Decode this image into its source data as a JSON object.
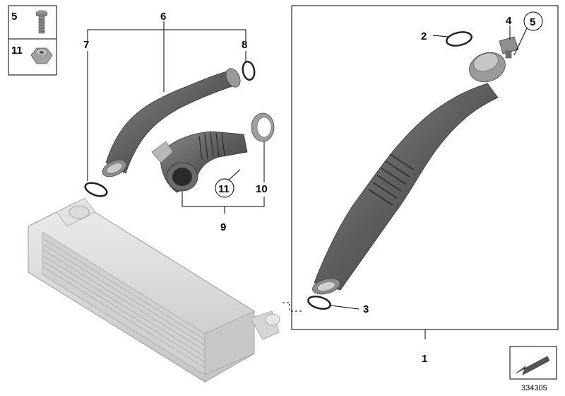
{
  "diagram": {
    "reference_number": "334305",
    "legend": [
      {
        "number": "5",
        "part": "screw-icon"
      },
      {
        "number": "11",
        "part": "hex-nut-icon"
      }
    ],
    "callouts": [
      {
        "id": "c1",
        "label": "1"
      },
      {
        "id": "c2",
        "label": "2"
      },
      {
        "id": "c3",
        "label": "3"
      },
      {
        "id": "c4",
        "label": "4"
      },
      {
        "id": "c5",
        "label": "5",
        "circled": true
      },
      {
        "id": "c6",
        "label": "6"
      },
      {
        "id": "c7",
        "label": "7"
      },
      {
        "id": "c8",
        "label": "8"
      },
      {
        "id": "c9",
        "label": "9"
      },
      {
        "id": "c10",
        "label": "10"
      },
      {
        "id": "c11",
        "label": "11",
        "circled": true
      }
    ],
    "colors": {
      "hose_dark": "#5a5a5a",
      "hose_mid": "#7d7d7d",
      "hose_light": "#a9a9a9",
      "intercooler": "#d8d8d8",
      "intercooler_shade": "#b8b8b8"
    }
  }
}
